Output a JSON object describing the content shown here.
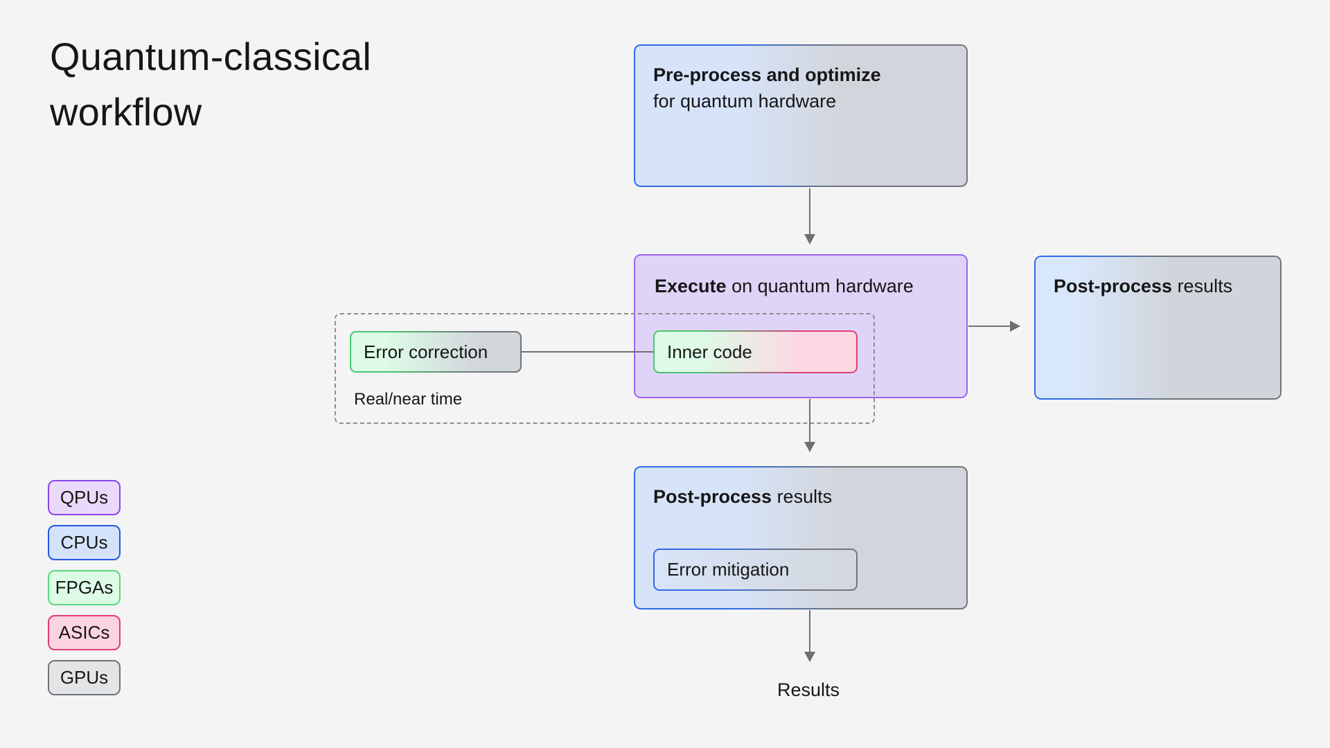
{
  "page": {
    "title": "Quantum-classical workflow",
    "background": "#f4f4f4"
  },
  "boxes": {
    "preprocess": {
      "heading_bold": "Pre-process and optimize",
      "heading_rest": "for quantum hardware"
    },
    "execute": {
      "heading_bold": "Execute",
      "heading_rest": " on quantum hardware"
    },
    "inner_code": {
      "label": "Inner code"
    },
    "realtime": {
      "chip": "Error correction",
      "caption": "Real/near time"
    },
    "post_right": {
      "heading_bold": "Post-process",
      "heading_rest": " results"
    },
    "post_bottom": {
      "heading_bold": "Post-process",
      "heading_rest": " results",
      "chip": "Error mitigation"
    },
    "results_label": "Results"
  },
  "legend": [
    {
      "label": "QPUs",
      "fill": "#ead9fb",
      "border": "#8a46f0"
    },
    {
      "label": "CPUs",
      "fill": "#d4e2fc",
      "border": "#2157e0"
    },
    {
      "label": "FPGAs",
      "fill": "#ddfce6",
      "border": "#58d77f"
    },
    {
      "label": "ASICs",
      "fill": "#fcd3e1",
      "border": "#e23a74"
    },
    {
      "label": "GPUs",
      "fill": "#e2e4e6",
      "border": "#6e7276"
    }
  ],
  "colors": {
    "arrow": "#6f6f6f",
    "dashed_border": "#8d8d8d",
    "blue_border": "#2f6be8",
    "gray_border": "#71757a",
    "purple_border": "#9d64f2",
    "green_border": "#48c56f",
    "pink_border": "#df3d79",
    "blue_fill": "#d7e3f9",
    "gray_fill": "#d2d6dc",
    "purple_fill": "#ded4f7",
    "green_fill": "#ddfbe6",
    "pink_fill": "#fdd8e3",
    "text": "#161616"
  }
}
